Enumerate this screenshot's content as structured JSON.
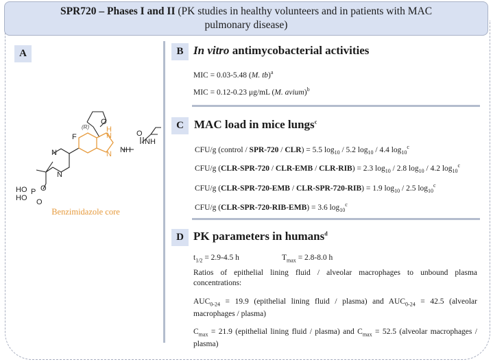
{
  "header": {
    "bold": "SPR720 – Phases I and II",
    "rest": " (PK studies in healthy volunteers and in patients with MAC",
    "line2": "pulmonary disease)"
  },
  "panel_a": {
    "letter": "A",
    "caption": "Benzimidazole core",
    "stereo_label": "(R)",
    "accent_color": "#e69a3c"
  },
  "panel_b": {
    "letter": "B",
    "title_italic": "In vitro",
    "title_rest": " antimycobacterial activities",
    "lines": [
      {
        "pre": "MIC = 0.03-5.48 (",
        "ital": "M. tb",
        "post": ")",
        "sup": "a"
      },
      {
        "pre": "MIC = 0.12-0.23 μg/mL (",
        "ital": "M. avium",
        "post": ")",
        "sup": "b"
      }
    ]
  },
  "panel_c": {
    "letter": "C",
    "title": "MAC load in mice lungs",
    "title_sup": "c",
    "lines": [
      {
        "pre": "CFU/g (control / ",
        "bold": "SPR-720 / CLR",
        "post": ") = 5.5 log",
        "values": "5.5 log10 / 5.2 log10 / 4.4 log10",
        "sup": "c"
      },
      {
        "pre": "CFU/g (",
        "bold": "CLR-SPR-720 / CLR-EMB / CLR-RIB",
        "values": "2.3 log10 / 2.8 log10 / 4.2 log10",
        "sup": "c"
      },
      {
        "pre": "CFU/g (",
        "bold": "CLR-SPR-720-EMB / CLR-SPR-720-RIB",
        "values": "1.9 log10 / 2.5 log10",
        "sup": "c"
      },
      {
        "pre": "CFU/g (",
        "bold": "CLR-SPR-720-RIB-EMB",
        "values": "3.6 log10",
        "sup": "c"
      }
    ]
  },
  "panel_d": {
    "letter": "D",
    "title": "PK parameters in humans",
    "title_sup": "d",
    "t_half": "= 2.9-4.5 h",
    "t_max": "= 2.8-8.0 h",
    "ratios_intro": "Ratios of epithelial lining fluid / alveolar macrophages to unbound plasma concentrations:",
    "auc_line": "= 19.9 (epithelial lining fluid / plasma) and AUC0-24 = 42.5 (alveolar macrophages / plasma)",
    "cmax_line": "= 21.9 (epithelial lining fluid / plasma) and Cmax = 52.5 (alveolar macrophages / plasma)"
  }
}
